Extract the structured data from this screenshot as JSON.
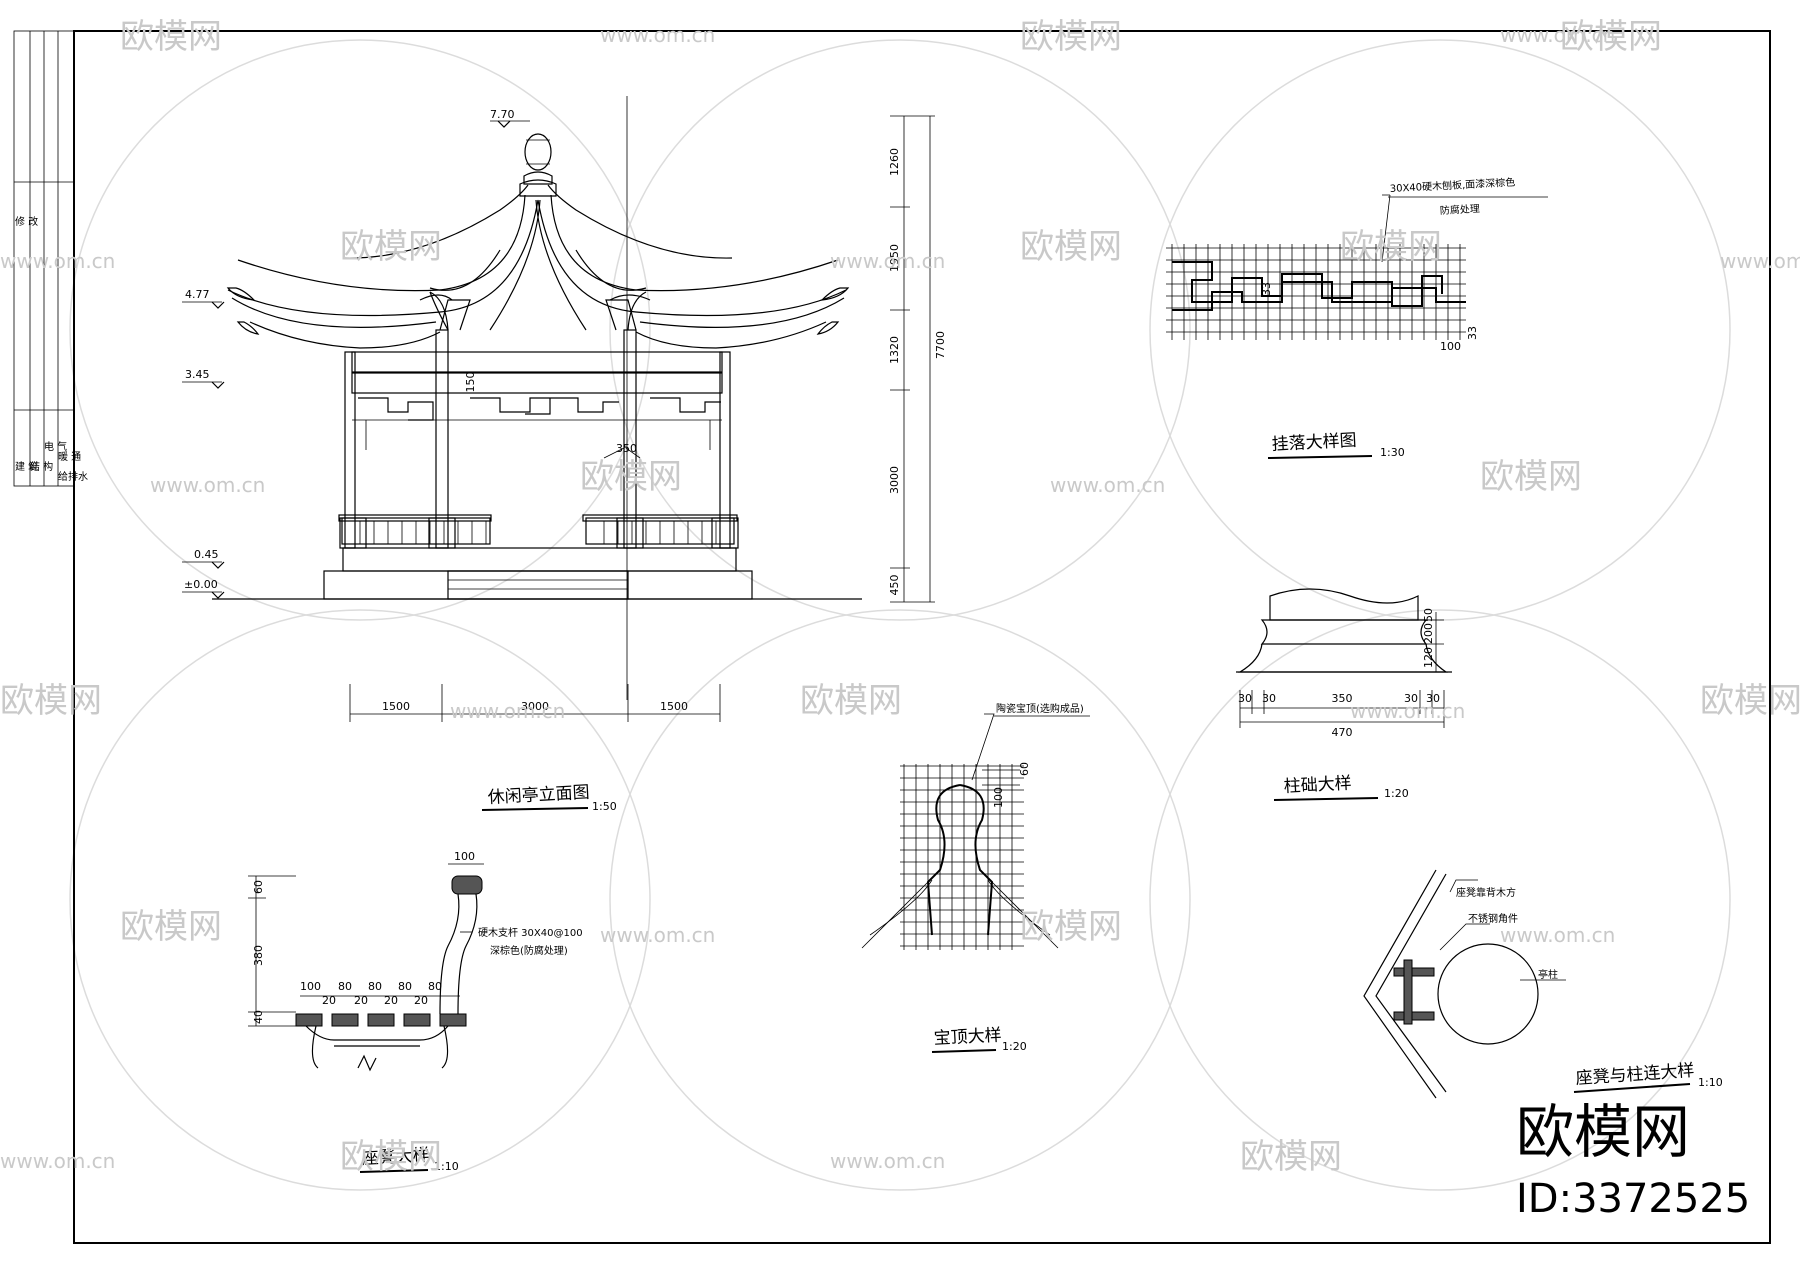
{
  "watermark": {
    "brand": "欧模网",
    "url": "www.om.cn",
    "url_short": "om.cn"
  },
  "stamp": {
    "brand": "欧模网",
    "id": "ID:3372525"
  },
  "title_block": {
    "c1": "修 改",
    "c2": "建 筑",
    "c3": "结 构",
    "c4": "电 气",
    "c5": "暖 通",
    "c6": "给排水"
  },
  "elevation": {
    "title": "休闲亭立面图",
    "scale": "1:50",
    "levels": [
      "7.70",
      "4.77",
      "3.45",
      "0.45",
      "±0.00"
    ],
    "vdims": [
      "1260",
      "1950",
      "1320",
      "3000",
      "450"
    ],
    "vtotal": "7700",
    "hdims": [
      "1500",
      "3000",
      "1500"
    ],
    "d150": "150",
    "d350": "350"
  },
  "gualuo": {
    "title": "挂落大样图",
    "scale": "1:30",
    "note1": "30X40硬木刨板,面漆深棕色",
    "note2": "防腐处理",
    "d33": "33",
    "d100": "100",
    "d33b": "33"
  },
  "zhuchu": {
    "title": "柱础大样",
    "scale": "1:20",
    "vdims": [
      "120",
      "200",
      "50"
    ],
    "hdims": [
      "30",
      "30",
      "350",
      "30",
      "30"
    ],
    "total": "470"
  },
  "baoding": {
    "title": "宝顶大样",
    "scale": "1:20",
    "note": "陶瓷宝顶(选购成品)",
    "d60": "60",
    "d100": "100"
  },
  "zuodeng": {
    "title": "座凳大样",
    "scale": "1:10",
    "d100": "100",
    "vdims": [
      "60",
      "380",
      "40"
    ],
    "hdims": [
      "100",
      "80",
      "80",
      "80",
      "80"
    ],
    "gaps": [
      "20",
      "20",
      "20",
      "20"
    ],
    "note1": "硬木支杆 30X40@100",
    "note2": "深棕色(防腐处理)"
  },
  "lianjie": {
    "title": "座凳与柱连大样",
    "scale": "1:10",
    "n1": "座凳靠背木方",
    "n2": "不锈钢角件",
    "n3": "亭柱"
  }
}
